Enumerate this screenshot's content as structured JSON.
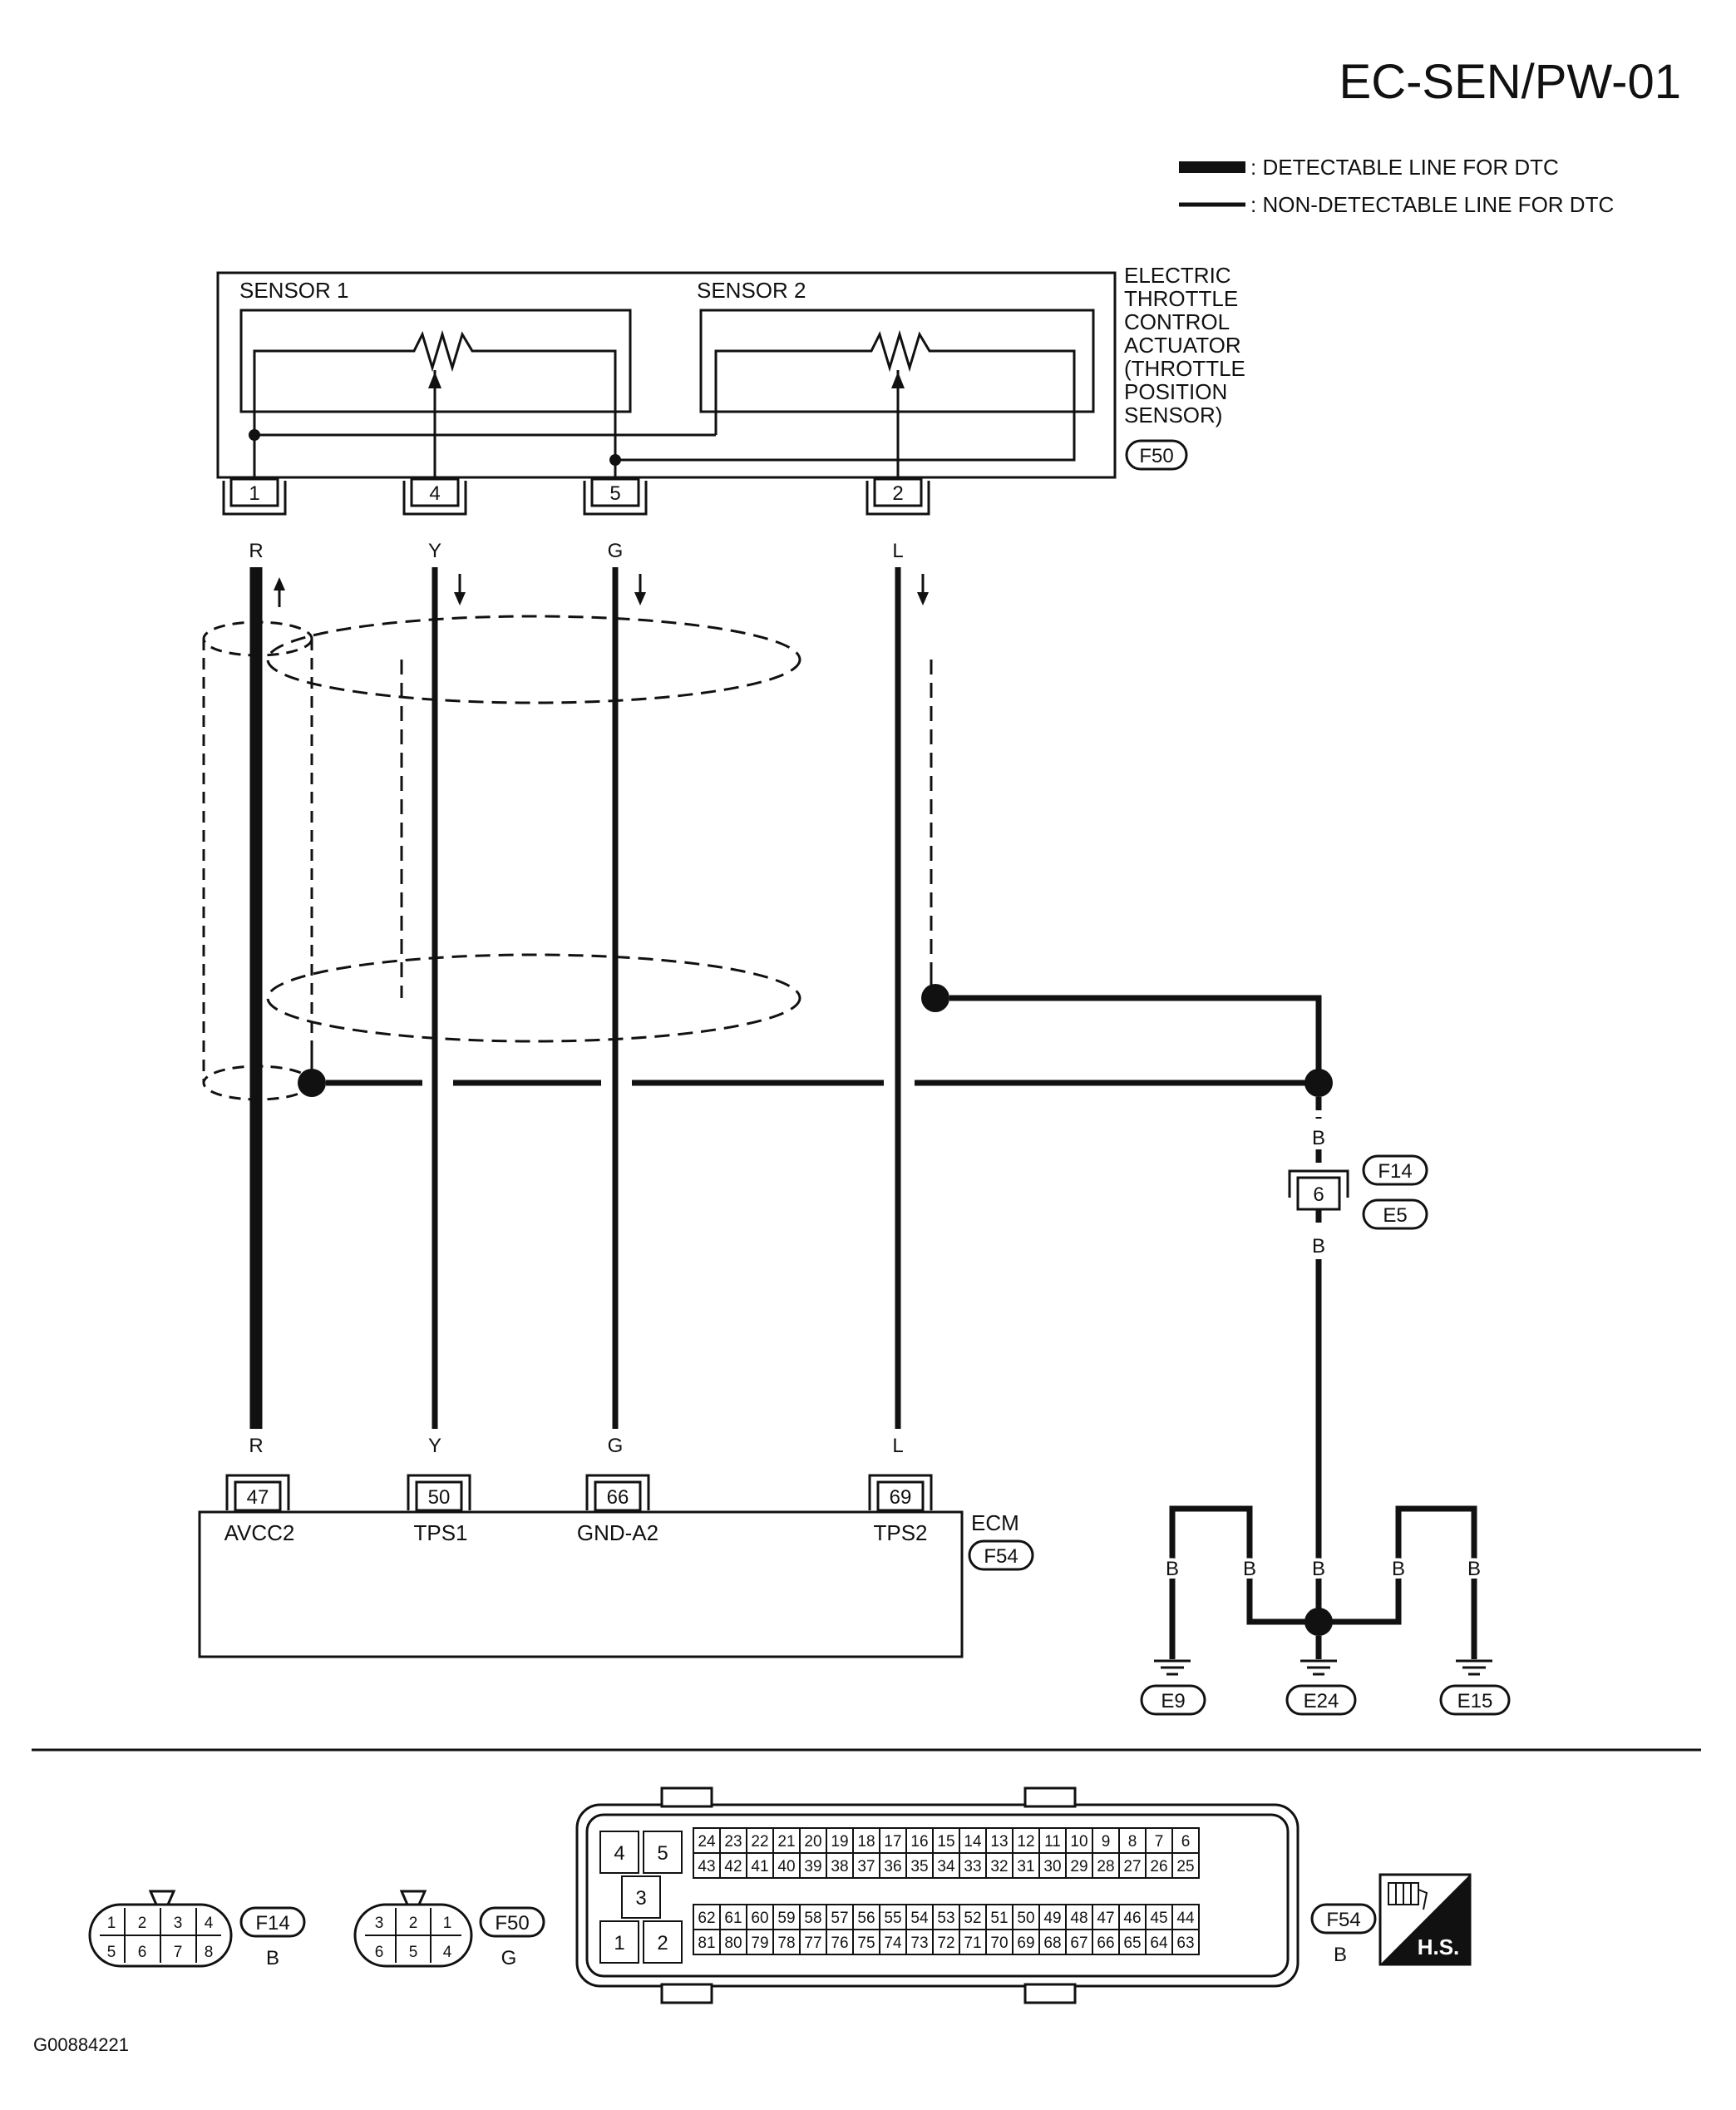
{
  "page_id": "EC-SEN/PW-01",
  "legend": {
    "detectable": ": DETECTABLE LINE FOR DTC",
    "non_detectable": ": NON-DETECTABLE LINE FOR DTC"
  },
  "actuator": {
    "lines": [
      "ELECTRIC",
      "THROTTLE",
      "CONTROL",
      "ACTUATOR",
      "(THROTTLE",
      "POSITION",
      "SENSOR)"
    ],
    "connector": "F50",
    "sensor1": "SENSOR 1",
    "sensor2": "SENSOR 2",
    "pins": [
      "1",
      "4",
      "5",
      "2"
    ]
  },
  "wires": [
    {
      "top_color": "R",
      "bottom_color": "R",
      "ecm_pin": "47",
      "ecm_label": "AVCC2",
      "detectable": true
    },
    {
      "top_color": "Y",
      "bottom_color": "Y",
      "ecm_pin": "50",
      "ecm_label": "TPS1",
      "detectable": false
    },
    {
      "top_color": "G",
      "bottom_color": "G",
      "ecm_pin": "66",
      "ecm_label": "GND-A2",
      "detectable": false
    },
    {
      "top_color": "L",
      "bottom_color": "L",
      "ecm_pin": "69",
      "ecm_label": "TPS2",
      "detectable": false
    }
  ],
  "ecm": {
    "name": "ECM",
    "connector": "F54"
  },
  "junction": {
    "pin": "6",
    "upper_connector": "F14",
    "lower_connector": "E5",
    "color_above": "B",
    "color_below": "B"
  },
  "grounds": {
    "wire_colors": [
      "B",
      "B",
      "B",
      "B",
      "B"
    ],
    "labels": [
      "E9",
      "E24",
      "E15"
    ]
  },
  "connectors_footer": {
    "f14": {
      "name": "F14",
      "color": "B",
      "top_pins": [
        "1",
        "2",
        "3",
        "4"
      ],
      "bottom_pins": [
        "5",
        "6",
        "7",
        "8"
      ]
    },
    "f50": {
      "name": "F50",
      "color": "G",
      "top_pins": [
        "3",
        "2",
        "1"
      ],
      "bottom_pins": [
        "6",
        "5",
        "4"
      ]
    },
    "f54": {
      "name": "F54",
      "color": "B",
      "power_pins": [
        "4",
        "5",
        "3",
        "1",
        "2"
      ],
      "rows": [
        [
          "24",
          "23",
          "22",
          "21",
          "20",
          "19",
          "18",
          "17",
          "16",
          "15",
          "14",
          "13",
          "12",
          "11",
          "10",
          "9",
          "8",
          "7",
          "6"
        ],
        [
          "43",
          "42",
          "41",
          "40",
          "39",
          "38",
          "37",
          "36",
          "35",
          "34",
          "33",
          "32",
          "31",
          "30",
          "29",
          "28",
          "27",
          "26",
          "25"
        ],
        [
          "62",
          "61",
          "60",
          "59",
          "58",
          "57",
          "56",
          "55",
          "54",
          "53",
          "52",
          "51",
          "50",
          "49",
          "48",
          "47",
          "46",
          "45",
          "44"
        ],
        [
          "81",
          "80",
          "79",
          "78",
          "77",
          "76",
          "75",
          "74",
          "73",
          "72",
          "71",
          "70",
          "69",
          "68",
          "67",
          "66",
          "65",
          "64",
          "63"
        ]
      ]
    },
    "hs_badge": "H.S."
  },
  "figure_id": "G00884221"
}
